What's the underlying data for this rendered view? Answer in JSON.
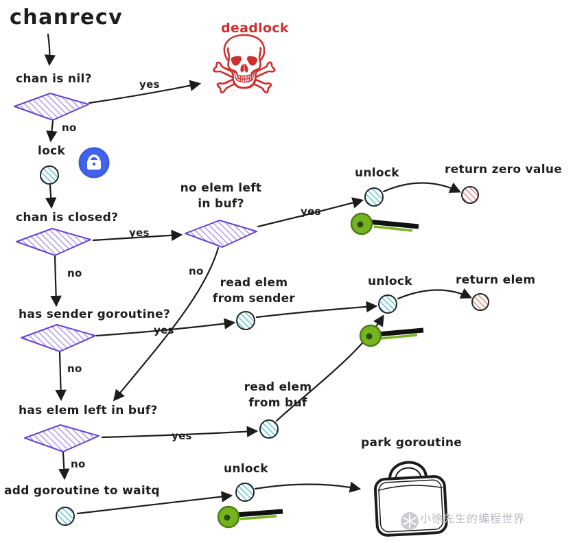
{
  "page": {
    "title": "chanrecv"
  },
  "edge_labels": {
    "yes": "yes",
    "no": "no"
  },
  "nodes": {
    "chan_is_nil": "chan is nil?",
    "deadlock": "deadlock",
    "lock": "lock",
    "chan_is_closed": "chan is closed?",
    "no_elem_left_l1": "no elem left",
    "no_elem_left_l2": "in buf?",
    "unlock_top": "unlock",
    "return_zero_value": "return zero value",
    "has_sender_goroutine": "has sender goroutine?",
    "read_elem_sender_l1": "read elem",
    "read_elem_sender_l2": "from sender",
    "unlock_mid": "unlock",
    "return_elem": "return elem",
    "has_elem_left_in_buf": "has elem left in buf?",
    "read_elem_buf_l1": "read elem",
    "read_elem_buf_l2": "from buf",
    "add_goroutine_to_waitq": "add goroutine to waitq",
    "unlock_bottom": "unlock",
    "park_goroutine": "park goroutine"
  },
  "icons": {
    "skull_glyph": "☠",
    "skull_name": "skull-crossbones-icon",
    "lock_name": "blue-lock-icon",
    "key_name": "green-key-icon",
    "padlock_name": "padlock-sketch-icon"
  },
  "watermark": {
    "text": "小徐先生的编程世界"
  },
  "colors": {
    "diamond_stroke": "#6741d9",
    "hatch_purple": "#7048e8",
    "hatch_cyan": "#15aabf",
    "hatch_red": "#e03131",
    "node_stroke": "#212529",
    "deadlock_red": "#d02f2f",
    "key_green": "#76b41f",
    "lock_blue": "#4263eb",
    "ink": "#1e1e1e",
    "watermark_gray": "#b4b9bf"
  }
}
